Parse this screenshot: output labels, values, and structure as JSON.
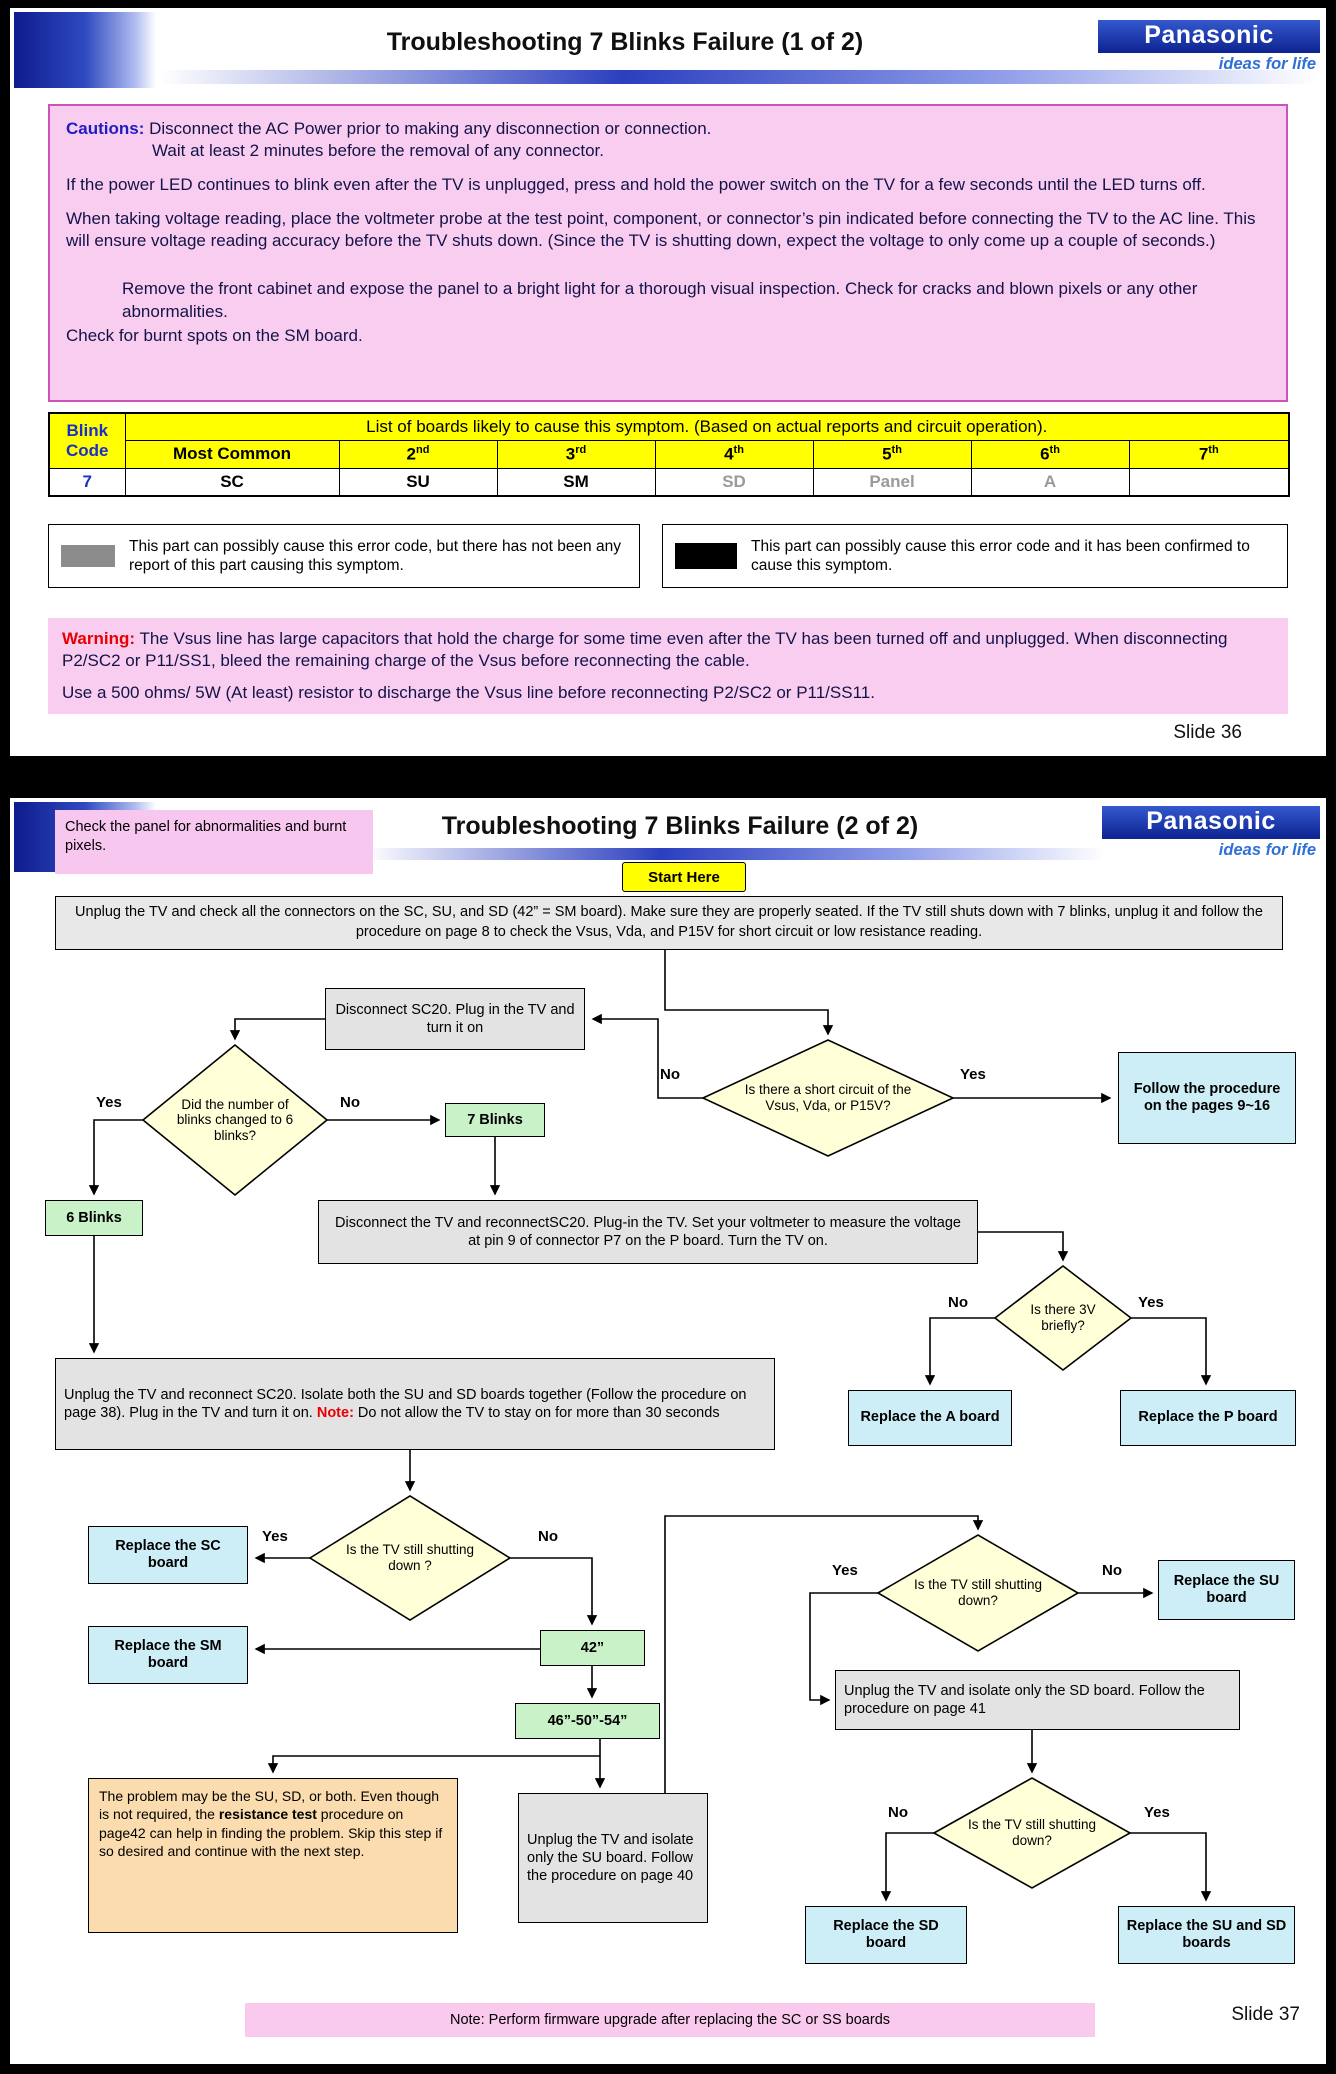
{
  "brand": {
    "name": "Panasonic",
    "tagline": "ideas for life"
  },
  "colors": {
    "caution_pink": "#f9cdf0",
    "table_yellow": "#ffff00",
    "diamond_yellow": "#ffffd8",
    "process_gray": "#e3e3e3",
    "action_cyan": "#cdeef7",
    "state_green": "#c9f2c9",
    "optional_orange": "#fbdcae",
    "panasonic_blue": "#0c2390",
    "warning_red": "#e80000"
  },
  "slide1": {
    "title": "Troubleshooting 7 Blinks Failure (1 of 2)",
    "slide_number": "Slide 36",
    "cautions": {
      "label": "Cautions:",
      "line1": "Disconnect the AC Power prior to making any disconnection or connection.",
      "line2": "Wait at least 2 minutes before the removal of any connector.",
      "para1": "If the power LED continues to blink even after the TV is unplugged, press and hold the power switch on the TV for a few seconds until the LED turns off.",
      "para2": "When taking voltage reading, place the voltmeter probe at the test point, component, or connector’s pin indicated before connecting the TV to the AC line. This will ensure voltage reading accuracy before the TV shuts down. (Since the TV is shutting down, expect the voltage to only come up a couple of seconds.)",
      "para3": "Remove the front cabinet and expose the panel to a bright light for a thorough visual inspection. Check for cracks and blown pixels or any other abnormalities.",
      "para4": "Check for burnt spots on the SM board."
    },
    "table": {
      "blink": "Blink",
      "code": "Code",
      "header": "List of boards likely to cause this symptom. (Based on actual reports and circuit operation).",
      "col_most_common": "Most Common",
      "ordinals": [
        {
          "base": "2",
          "sup": "nd"
        },
        {
          "base": "3",
          "sup": "rd"
        },
        {
          "base": "4",
          "sup": "th"
        },
        {
          "base": "5",
          "sup": "th"
        },
        {
          "base": "6",
          "sup": "th"
        },
        {
          "base": "7",
          "sup": "th"
        }
      ],
      "code_value": "7",
      "boards": {
        "most_common": "SC",
        "second": "SU",
        "third": "SM",
        "fourth": "SD",
        "fifth": "Panel",
        "sixth": "A",
        "seventh": ""
      }
    },
    "legend": {
      "gray": "This part can possibly cause this error code, but there has not been any report of this part causing this symptom.",
      "black": "This part can possibly cause this error code and it has been confirmed to cause this symptom."
    },
    "warning": {
      "label": "Warning:",
      "para1": "The Vsus line has large capacitors that hold the charge for some time even after the TV has been turned off and unplugged. When disconnecting P2/SC2 or P11/SS1, bleed the remaining charge of the Vsus before reconnecting the cable.",
      "para2": "Use a 500 ohms/ 5W (At least) resistor to discharge the Vsus line before reconnecting P2/SC2 or P11/SS11."
    }
  },
  "slide2": {
    "title": "Troubleshooting 7 Blinks Failure (2 of 2)",
    "slide_number": "Slide 37",
    "panel_note": "Check the panel for abnormalities and burnt pixels.",
    "start_here": "Start Here",
    "instruction": "Unplug the TV and check all the connectors on the SC, SU, and SD (42” = SM board). Make sure they are properly seated. If the TV still shuts down with 7 blinks, unplug it and follow the procedure on page 8  to check the Vsus, Vda, and P15V for short circuit or low resistance reading.",
    "boxes": {
      "disconnect_sc20": "Disconnect SC20. Plug in the TV and turn it on",
      "follow_pages": "Follow the procedure on the pages 9~16",
      "blinks7": "7 Blinks",
      "blinks6": "6 Blinks",
      "voltmeter": "Disconnect the TV and reconnectSC20. Plug-in the TV. Set your voltmeter to measure the voltage at pin 9 of connector P7 on the P board. Turn the TV on.",
      "replace_a": "Replace the A board",
      "replace_p": "Replace the P board",
      "isolate_both_1": "Unplug the TV and reconnect SC20. Isolate both the SU and SD boards together (Follow the procedure on page 38). Plug in the TV and turn it on. ",
      "isolate_both_note_label": "Note:",
      "isolate_both_2": " Do not allow the TV to stay on for more than 30 seconds",
      "replace_sc": "Replace the SC board",
      "replace_sm": "Replace the SM board",
      "size42": "42”",
      "size46": "46”-50”-54”",
      "replace_su": "Replace the SU board",
      "isolate_sd": "Unplug the TV and isolate only the SD board. Follow the procedure on page 41",
      "orange_1": "The problem may be the SU, SD, or both. Even though is not required, the ",
      "orange_bold": "resistance test",
      "orange_2": " procedure on page42 can help in finding the problem. Skip this step if so desired and continue with the next step.",
      "isolate_su": "Unplug the TV and isolate only the SU board. Follow the procedure on page 40",
      "replace_sd": "Replace the SD board",
      "replace_su_sd": "Replace the SU and SD boards"
    },
    "decisions": {
      "d1": {
        "text": "Is there a short circuit of the Vsus, Vda, or P15V?",
        "no": "No",
        "yes": "Yes"
      },
      "d2": {
        "text": "Did the number of blinks changed to 6 blinks?",
        "yes": "Yes",
        "no": "No"
      },
      "d3": {
        "text": "Is there 3V briefly?",
        "no": "No",
        "yes": "Yes"
      },
      "d4": {
        "text": "Is the TV still shutting down ?",
        "yes": "Yes",
        "no": "No"
      },
      "d5": {
        "text": "Is the TV still shutting down?",
        "yes": "Yes",
        "no": "No"
      },
      "d6": {
        "text": "Is the TV still shutting down?",
        "no": "No",
        "yes": "Yes"
      }
    },
    "footer_note": "Note: Perform firmware upgrade after replacing the SC or SS boards"
  }
}
